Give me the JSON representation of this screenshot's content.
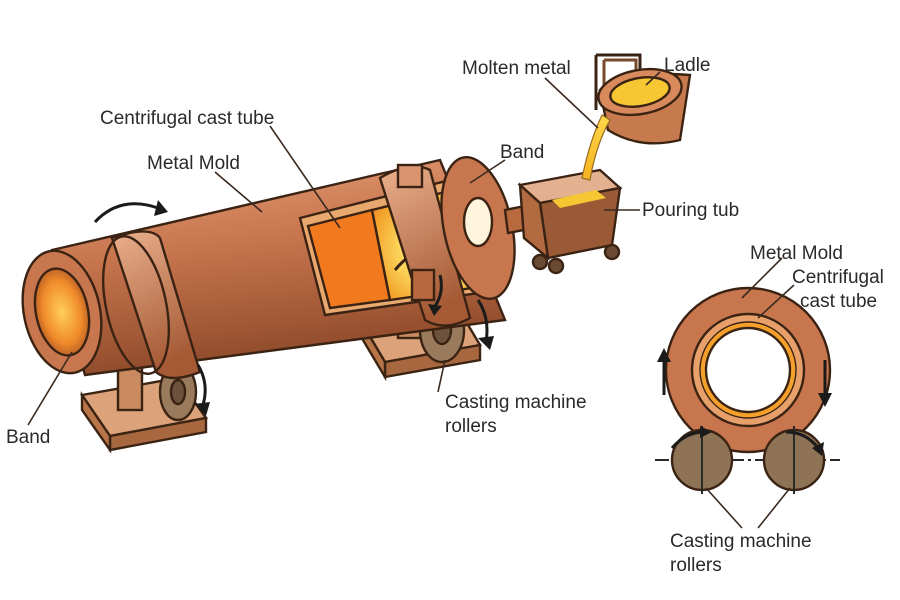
{
  "labels": {
    "molten_metal": "Molten metal",
    "ladle": "Ladle",
    "centrifugal_cast_tube": "Centrifugal cast tube",
    "metal_mold": "Metal Mold",
    "band_top": "Band",
    "pouring_tub": "Pouring tub",
    "band_left": "Band",
    "casting_rollers_line1": "Casting machine",
    "casting_rollers_line2": "rollers",
    "cross_metal_mold": "Metal Mold",
    "cross_tube_line1": "Centrifugal",
    "cross_tube_line2": "cast tube",
    "cross_rollers_line1": "Casting machine",
    "cross_rollers_line2": "rollers"
  },
  "colors": {
    "copper": "#c8764e",
    "copper_light": "#e6a07a",
    "copper_dark": "#8e4a2a",
    "base": "#d9a47e",
    "roller": "#8f7356",
    "molten": "#f7c733",
    "molten_hot": "#ffef9a",
    "outline": "#3b2314"
  }
}
